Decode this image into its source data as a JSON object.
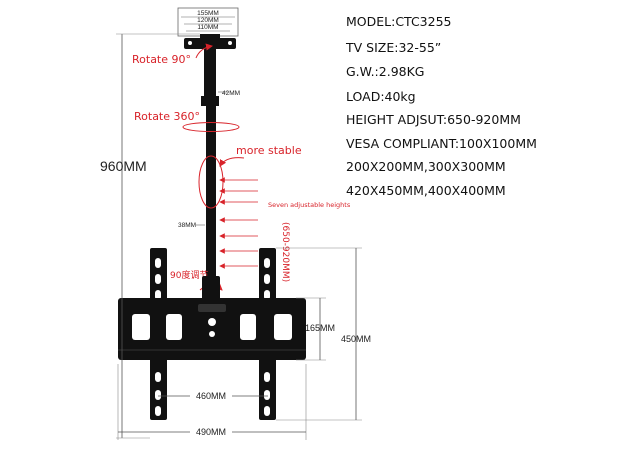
{
  "specs": {
    "model": "MODEL:CTC3255",
    "tv_size": "TV SIZE:32-55”",
    "gw": "G.W.:2.98KG",
    "load": "LOAD:40kg",
    "height_adjust": "HEIGHT ADJSUT:650-920MM",
    "vesa_1": "VESA COMPLIANT:100X100MM",
    "vesa_2": "200X200MM,300X300MM",
    "vesa_3": "420X450MM,400X400MM"
  },
  "dimensions": {
    "top_155": "155MM",
    "top_120": "120MM",
    "top_110": "110MM",
    "pole_42": "42MM",
    "pole_38": "38MM",
    "total_height": "960MM",
    "adjust_range": "(650-920MM)",
    "plate_165": "165MM",
    "arm_450": "450MM",
    "width_460": "460MM",
    "width_490": "490MM"
  },
  "annotations": {
    "rotate_90": "Rotate 90°",
    "rotate_360": "Rotate 360°",
    "more_stable": "more stable",
    "seven_heights": "Seven adjustable heights",
    "tilt_90": "90度调节"
  },
  "colors": {
    "accent_red": "#d8232a",
    "mount_black": "#111111",
    "dim_line": "#555555"
  }
}
